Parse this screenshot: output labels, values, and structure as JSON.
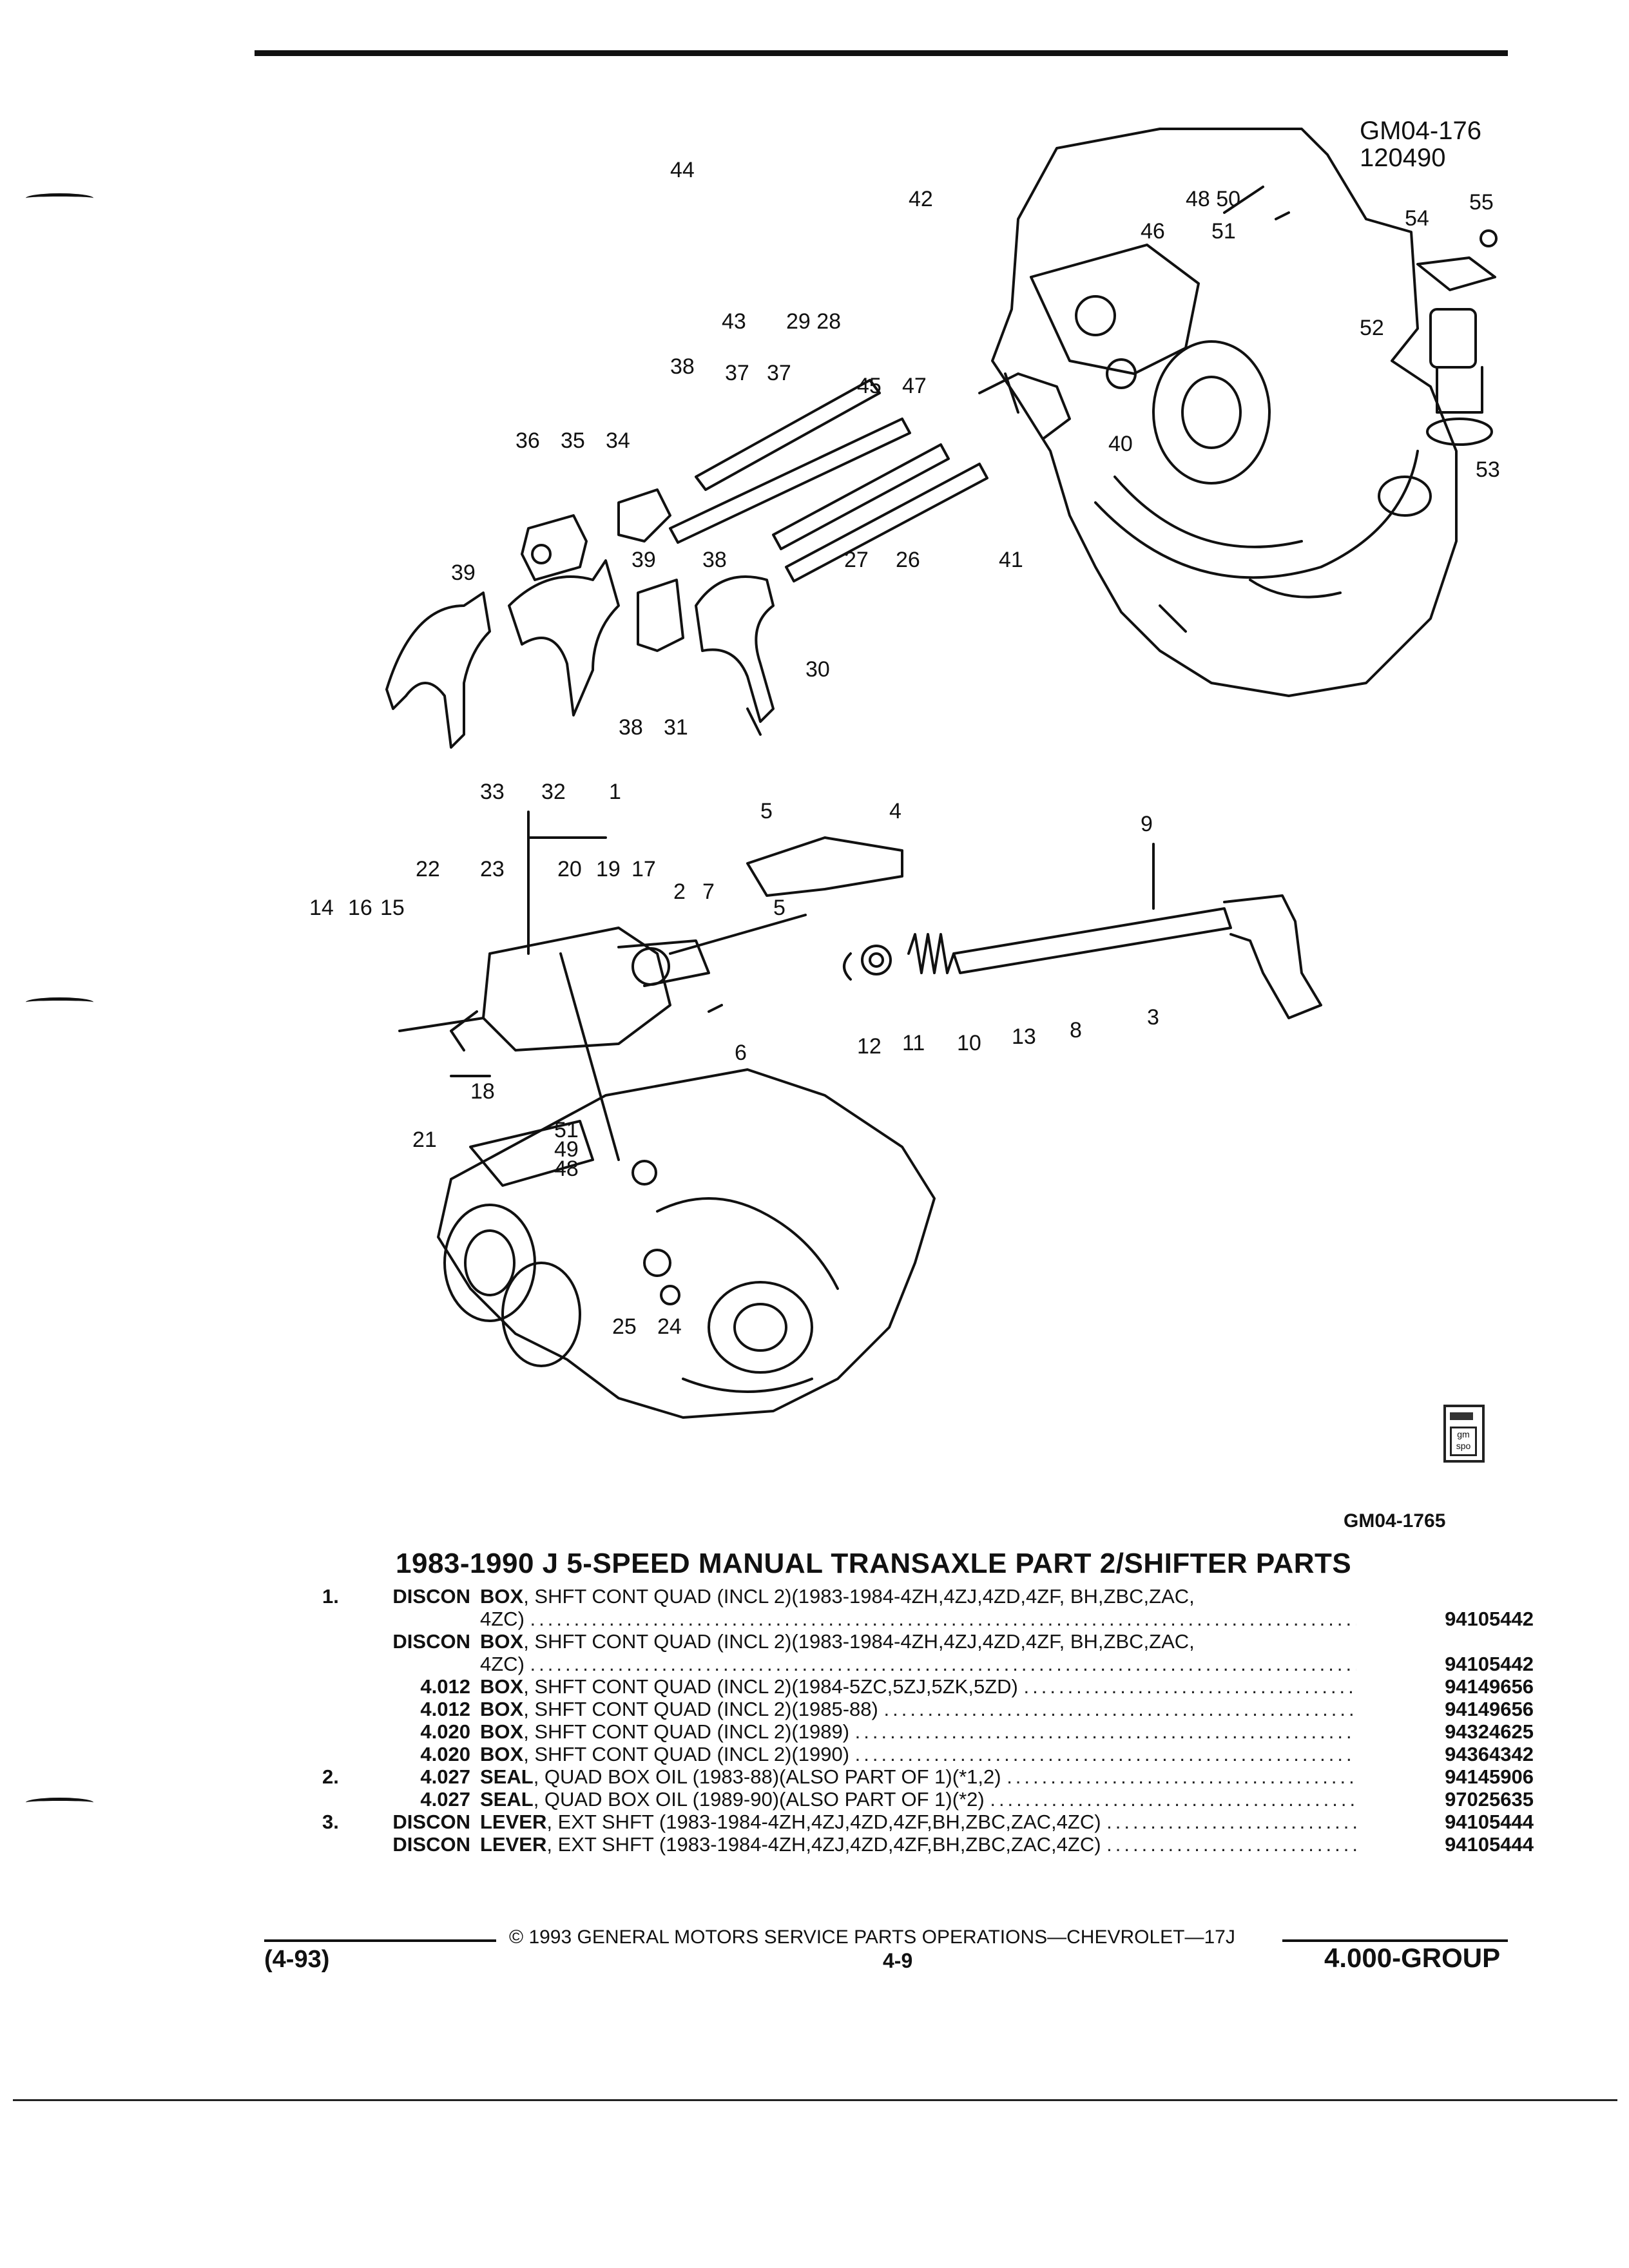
{
  "diagram": {
    "ref_code": "GM04-176",
    "ref_date": "120490",
    "fig_ref": "GM04-1765",
    "callouts": [
      "1",
      "2",
      "3",
      "4",
      "5",
      "5",
      "6",
      "7",
      "8",
      "9",
      "10",
      "11",
      "12",
      "13",
      "14",
      "15",
      "16",
      "17",
      "18",
      "19",
      "20",
      "21",
      "22",
      "23",
      "24",
      "25",
      "26",
      "27",
      "28",
      "29",
      "30",
      "31",
      "32",
      "33",
      "34",
      "35",
      "36",
      "37",
      "37",
      "38",
      "38",
      "38",
      "39",
      "39",
      "40",
      "41",
      "42",
      "43",
      "44",
      "45",
      "46",
      "47",
      "48",
      "48",
      "49",
      "50",
      "51",
      "51",
      "52",
      "53",
      "54",
      "55"
    ],
    "logo_text": "gm spo"
  },
  "section": {
    "title": "1983-1990 J 5-SPEED MANUAL TRANSAXLE PART 2/SHIFTER PARTS"
  },
  "parts": [
    {
      "num": "1.",
      "code": "DISCON",
      "name": "BOX",
      "desc": ", SHFT CONT QUAD (INCL 2)(1983-1984-4ZH,4ZJ,4ZD,4ZF, BH,ZBC,ZAC,",
      "pn": ""
    },
    {
      "num": "",
      "code": "",
      "name": "",
      "desc": "4ZC)",
      "pn": "94105442"
    },
    {
      "num": "",
      "code": "DISCON",
      "name": "BOX",
      "desc": ", SHFT CONT QUAD (INCL 2)(1983-1984-4ZH,4ZJ,4ZD,4ZF, BH,ZBC,ZAC,",
      "pn": ""
    },
    {
      "num": "",
      "code": "",
      "name": "",
      "desc": "4ZC)",
      "pn": "94105442"
    },
    {
      "num": "",
      "code": "4.012",
      "name": "BOX",
      "desc": ", SHFT CONT QUAD (INCL 2)(1984-5ZC,5ZJ,5ZK,5ZD)",
      "pn": "94149656"
    },
    {
      "num": "",
      "code": "4.012",
      "name": "BOX",
      "desc": ", SHFT CONT QUAD (INCL 2)(1985-88)",
      "pn": "94149656"
    },
    {
      "num": "",
      "code": "4.020",
      "name": "BOX",
      "desc": ", SHFT CONT QUAD (INCL 2)(1989)",
      "pn": "94324625"
    },
    {
      "num": "",
      "code": "4.020",
      "name": "BOX",
      "desc": ", SHFT CONT QUAD (INCL 2)(1990)",
      "pn": "94364342"
    },
    {
      "num": "2.",
      "code": "4.027",
      "name": "SEAL",
      "desc": ", QUAD BOX OIL (1983-88)(ALSO PART OF 1)(*1,2)",
      "pn": "94145906"
    },
    {
      "num": "",
      "code": "4.027",
      "name": "SEAL",
      "desc": ", QUAD BOX OIL (1989-90)(ALSO PART OF 1)(*2)",
      "pn": "97025635"
    },
    {
      "num": "3.",
      "code": "DISCON",
      "name": "LEVER",
      "desc": ", EXT SHFT (1983-1984-4ZH,4ZJ,4ZD,4ZF,BH,ZBC,ZAC,4ZC)",
      "pn": "94105444"
    },
    {
      "num": "",
      "code": "DISCON",
      "name": "LEVER",
      "desc": ", EXT SHFT (1983-1984-4ZH,4ZJ,4ZD,4ZF,BH,ZBC,ZAC,4ZC)",
      "pn": "94105444"
    }
  ],
  "footer": {
    "copyright": "© 1993 GENERAL MOTORS SERVICE PARTS OPERATIONS—CHEVROLET—17J",
    "date_code": "(4-93)",
    "page": "4-9",
    "group": "4.000-GROUP"
  }
}
